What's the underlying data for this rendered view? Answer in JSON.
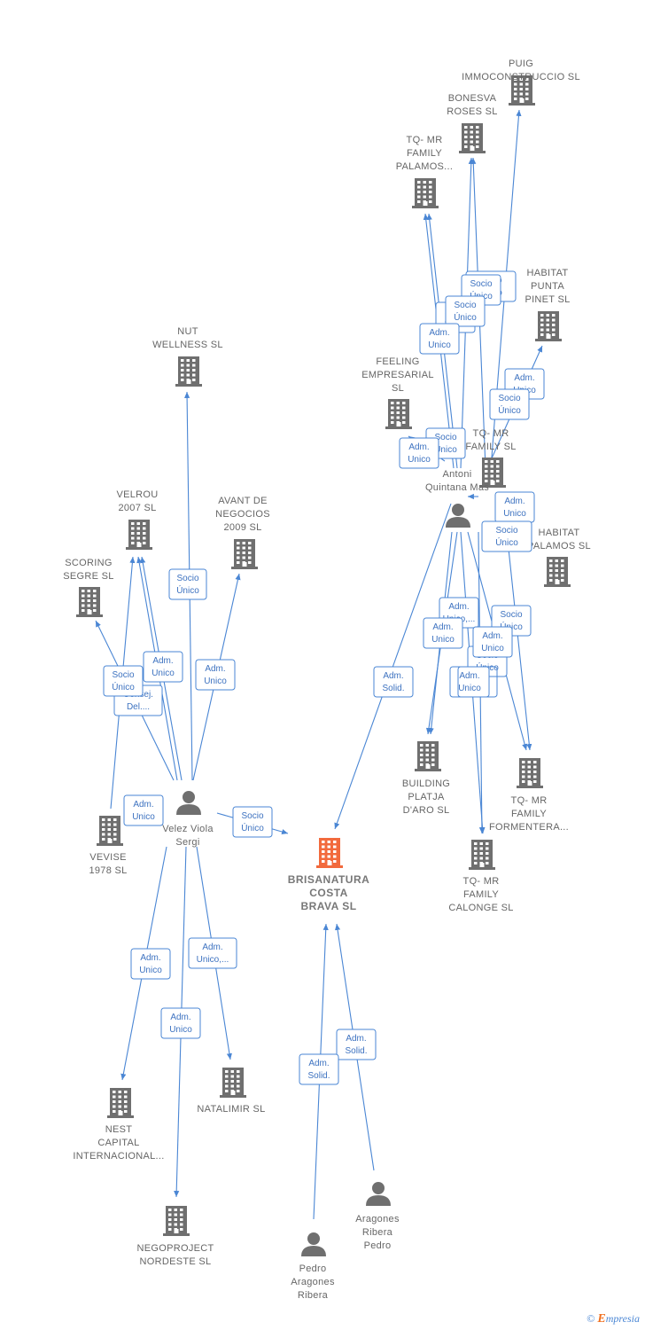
{
  "colors": {
    "edge": "#4a86d4",
    "node": "#6f6f6f",
    "main": "#f26a3d",
    "label": "#666666"
  },
  "footer": {
    "copyright": "©",
    "brand_e": "E",
    "brand_rest": "mpresia"
  },
  "main_company": {
    "lines": [
      "BRISANATURA",
      "COSTA",
      "BRAVA  SL"
    ],
    "icon": "building-icon"
  },
  "persons": [
    {
      "id": "velez",
      "lines": [
        "Velez Viola",
        "Sergi"
      ],
      "icon": "person-icon"
    },
    {
      "id": "antoni",
      "lines": [
        "Antoni",
        "Quintana Mas"
      ],
      "icon": "person-icon"
    },
    {
      "id": "pedro",
      "lines": [
        "Pedro",
        "Aragones",
        "Ribera"
      ],
      "icon": "person-icon"
    },
    {
      "id": "aragones",
      "lines": [
        "Aragones",
        "Ribera",
        "Pedro"
      ],
      "icon": "person-icon"
    }
  ],
  "companies": [
    {
      "id": "puig",
      "lines": [
        "PUIG",
        "IMMOCONSTRUCCIO SL"
      ]
    },
    {
      "id": "bonesva",
      "lines": [
        "BONESVA",
        "ROSES  SL"
      ]
    },
    {
      "id": "palamos",
      "lines": [
        "TQ- MR",
        "FAMILY",
        "PALAMOS..."
      ]
    },
    {
      "id": "punta",
      "lines": [
        "HABITAT",
        "PUNTA",
        "PINET  SL"
      ]
    },
    {
      "id": "feeling",
      "lines": [
        "FEELING",
        "EMPRESARIAL",
        "SL"
      ]
    },
    {
      "id": "tqfamily",
      "lines": [
        "TQ- MR",
        "FAMILY SL"
      ]
    },
    {
      "id": "habpalamos",
      "lines": [
        "HABITAT",
        "PALAMOS  SL"
      ]
    },
    {
      "id": "nut",
      "lines": [
        "NUT",
        "WELLNESS  SL"
      ]
    },
    {
      "id": "velrou",
      "lines": [
        "VELROU",
        "2007  SL"
      ]
    },
    {
      "id": "avant",
      "lines": [
        "AVANT DE",
        "NEGOCIOS",
        "2009 SL"
      ]
    },
    {
      "id": "scoring",
      "lines": [
        "SCORING",
        "SEGRE SL"
      ]
    },
    {
      "id": "vevise",
      "lines": [
        "VEVISE",
        "1978 SL"
      ]
    },
    {
      "id": "building",
      "lines": [
        "BUILDING",
        "PLATJA",
        "D'ARO  SL"
      ]
    },
    {
      "id": "formentera",
      "lines": [
        "TQ- MR",
        "FAMILY",
        "FORMENTERA..."
      ]
    },
    {
      "id": "calonge",
      "lines": [
        "TQ- MR",
        "FAMILY",
        "CALONGE  SL"
      ]
    },
    {
      "id": "nest",
      "lines": [
        "NEST",
        "CAPITAL",
        "INTERNACIONAL..."
      ]
    },
    {
      "id": "natalimir",
      "lines": [
        "NATALIMIR SL"
      ]
    },
    {
      "id": "negoproject",
      "lines": [
        "NEGOPROJECT",
        "NORDESTE  SL"
      ]
    }
  ],
  "relations": [
    {
      "id": "r1",
      "lines": [
        "Socio",
        "Único"
      ]
    },
    {
      "id": "r2",
      "lines": [
        "Adm.",
        "Unico"
      ]
    },
    {
      "id": "r3",
      "lines": [
        "Adm.",
        "Unico"
      ]
    },
    {
      "id": "r4",
      "lines": [
        "Consej.",
        "Del...."
      ]
    },
    {
      "id": "r5",
      "lines": [
        "Socio",
        "Único"
      ]
    },
    {
      "id": "r6",
      "lines": [
        "Adm.",
        "Unico"
      ]
    },
    {
      "id": "r7",
      "lines": [
        "Socio",
        "Único"
      ]
    },
    {
      "id": "r8",
      "lines": [
        "Adm.",
        "Solid."
      ]
    },
    {
      "id": "r9",
      "lines": [
        "Adm.",
        "Unico"
      ]
    },
    {
      "id": "r10",
      "lines": [
        "Adm.",
        "Unico,..."
      ]
    },
    {
      "id": "r11",
      "lines": [
        "Adm.",
        "Unico"
      ]
    },
    {
      "id": "r12",
      "lines": [
        "Adm.",
        "Solid."
      ]
    },
    {
      "id": "r13",
      "lines": [
        "Adm.",
        "Solid."
      ]
    },
    {
      "id": "r14",
      "lines": [
        "Adm.",
        "Solid."
      ]
    },
    {
      "id": "r15",
      "lines": [
        "Socio",
        "Único"
      ]
    },
    {
      "id": "r16",
      "lines": [
        "Socio",
        "Único"
      ]
    },
    {
      "id": "r17",
      "lines": [
        "Socio",
        "Único"
      ]
    },
    {
      "id": "r18",
      "lines": [
        "Adm.",
        "Unico"
      ]
    },
    {
      "id": "r19",
      "lines": [
        "Adm.",
        "Unico"
      ]
    },
    {
      "id": "r20",
      "lines": [
        "Socio",
        "Único"
      ]
    },
    {
      "id": "r21",
      "lines": [
        "Adm.",
        "Unico"
      ]
    },
    {
      "id": "r22",
      "lines": [
        "Socio",
        "Único"
      ]
    },
    {
      "id": "r23",
      "lines": [
        "Adm.",
        "Unico"
      ]
    },
    {
      "id": "r24",
      "lines": [
        "Socio",
        "Único"
      ]
    },
    {
      "id": "r25",
      "lines": [
        "Adm.",
        "Unico,..."
      ]
    },
    {
      "id": "r26",
      "lines": [
        "Socio",
        "Único"
      ]
    },
    {
      "id": "r27",
      "lines": [
        "Socio",
        "Único"
      ]
    },
    {
      "id": "r28",
      "lines": [
        "Adm.",
        "Unico"
      ]
    },
    {
      "id": "r29",
      "lines": [
        "Adm.",
        "Unico"
      ]
    },
    {
      "id": "r30",
      "lines": [
        "Adm.",
        "Unico"
      ]
    },
    {
      "id": "r31",
      "lines": [
        "Adm.",
        "Unico"
      ]
    }
  ]
}
